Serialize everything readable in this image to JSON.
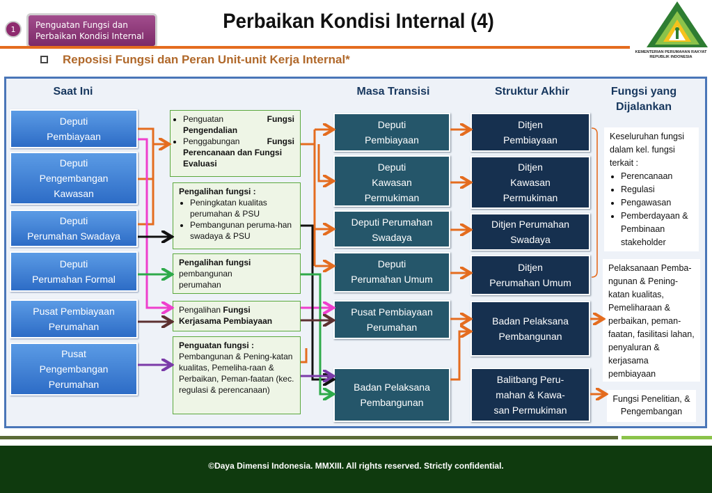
{
  "header": {
    "section_number": "1",
    "section_label_line1": "Penguatan Fungsi dan",
    "section_label_line2": "Perbaikan Kondisi Internal",
    "title": "Perbaikan Kondisi Internal (4)",
    "logo_line1": "KEMENTERIAN PERUMAHAN RAKYAT",
    "logo_line2": "REPUBLIK INDONESIA",
    "subtitle": "Reposisi Fungsi dan Peran Unit-unit Kerja Internal*"
  },
  "columns": {
    "current": "Saat Ini",
    "transition": "Masa Transisi",
    "final": "Struktur Akhir",
    "functions_line1": "Fungsi yang",
    "functions_line2": "Dijalankan"
  },
  "current_units": [
    {
      "line1": "Deputi",
      "line2": "Pembiayaan",
      "line3": ""
    },
    {
      "line1": "Deputi",
      "line2": "Pengembangan",
      "line3": "Kawasan"
    },
    {
      "line1": "Deputi",
      "line2": "Perumahan Swadaya",
      "line3": ""
    },
    {
      "line1": "Deputi",
      "line2": "Perumahan Formal",
      "line3": ""
    },
    {
      "line1": "Pusat Pembiayaan",
      "line2": "Perumahan",
      "line3": ""
    },
    {
      "line1": "Pusat",
      "line2": "Pengembangan",
      "line3": "Perumahan"
    }
  ],
  "notes": {
    "n1_item1_a": "Penguatan",
    "n1_item1_b": "Fungsi",
    "n1_item1_c": "Pengendalian",
    "n1_item2_a": "Penggabungan",
    "n1_item2_b": "Fungsi",
    "n1_item2_c": "Perencanaan dan Fungsi",
    "n1_item2_d": "Evaluasi",
    "n2_head": "Pengalihan fungsi :",
    "n2_item1": "Peningkatan kualitas perumahan & PSU",
    "n2_item2": "Pembangunan peruma-han swadaya & PSU",
    "n3_head": "Pengalihan fungsi",
    "n3_body": "pembangunan perumahan",
    "n4_a": "Pengalihan",
    "n4_b": "Fungsi",
    "n4_c": "Kerjasama Pembiayaan",
    "n5_head": "Penguatan fungsi :",
    "n5_body": "Pembangunan & Pening-katan kualitas, Pemeliha-raan & Perbaikan, Peman-faatan (kec. regulasi & perencanaan)"
  },
  "transition_units": [
    {
      "line1": "Deputi",
      "line2": "Pembiayaan",
      "line3": ""
    },
    {
      "line1": "Deputi",
      "line2": "Kawasan",
      "line3": "Permukiman"
    },
    {
      "line1": "Deputi Perumahan",
      "line2": "Swadaya",
      "line3": ""
    },
    {
      "line1": "Deputi",
      "line2": "Perumahan Umum",
      "line3": ""
    },
    {
      "line1": "Pusat Pembiayaan",
      "line2": "Perumahan",
      "line3": ""
    },
    {
      "line1": "Badan Pelaksana",
      "line2": "Pembangunan",
      "line3": ""
    }
  ],
  "final_units": [
    {
      "line1": "Ditjen",
      "line2": "Pembiayaan",
      "line3": ""
    },
    {
      "line1": "Ditjen",
      "line2": "Kawasan",
      "line3": "Permukiman"
    },
    {
      "line1": "Ditjen Perumahan",
      "line2": "Swadaya",
      "line3": ""
    },
    {
      "line1": "Ditjen",
      "line2": "Perumahan Umum",
      "line3": ""
    },
    {
      "line1": "Badan Pelaksana",
      "line2": "Pembangunan",
      "line3": ""
    },
    {
      "line1": "Balitbang Peru-",
      "line2": "mahan & Kawa-",
      "line3": "san Permukiman"
    }
  ],
  "functions": {
    "f1_intro": "Keseluruhan fungsi dalam kel. fungsi terkait :",
    "f1_items": [
      "Perencanaan",
      "Regulasi",
      "Pengawasan",
      "Pemberdayaan & Pembinaan stakeholder"
    ],
    "f2": "Pelaksanaan Pemba-ngunan & Pening-katan kualitas, Pemeliharaan & perbaikan, peman-faatan, fasilitasi lahan, penyaluran & kerjasama pembiayaan",
    "f3": "Fungsi Penelitian, & Pengembangan"
  },
  "colors": {
    "orange": "#e46c1f",
    "magenta": "#ee3fcd",
    "black": "#111111",
    "green": "#2eaa4a",
    "brown": "#5c3030",
    "purple": "#7a3aa8"
  },
  "footer": {
    "copyright": "©Daya Dimensi Indonesia. MMXIII. All rights reserved. Strictly confidential."
  }
}
